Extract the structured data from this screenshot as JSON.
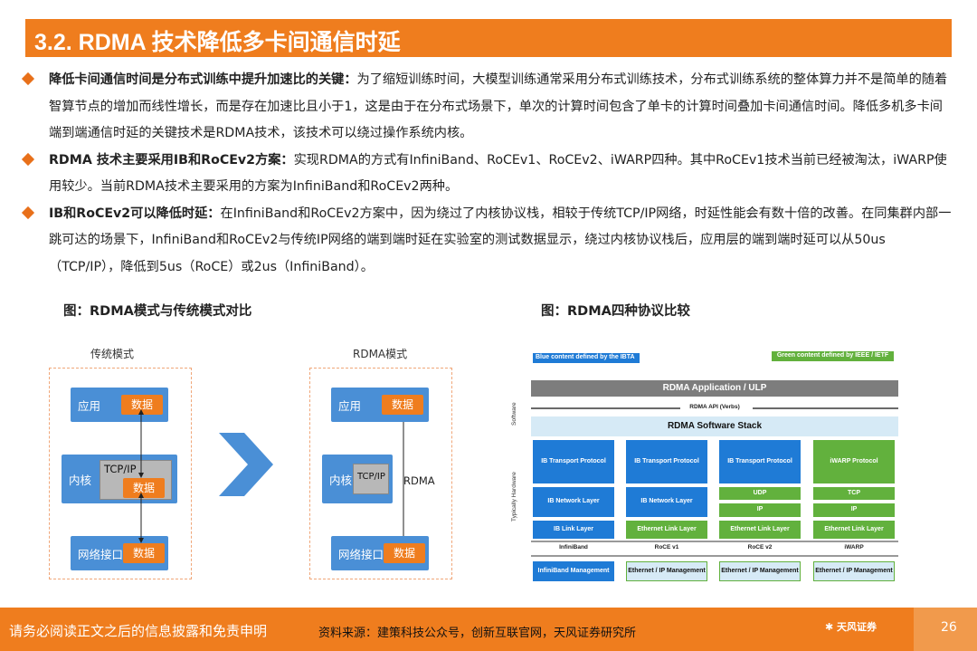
{
  "title": "3.2. RDMA 技术降低多卡间通信时延",
  "bullets": [
    {
      "bold": "降低卡间通信时间是分布式训练中提升加速比的关键：",
      "text": "为了缩短训练时间，大模型训练通常采用分布式训练技术，分布式训练系统的整体算力并不是简单的随着智算节点的增加而线性增长，而是存在加速比且小于1，这是由于在分布式场景下，单次的计算时间包含了单卡的计算时间叠加卡间通信时间。降低多机多卡间端到端通信时延的关键技术是RDMA技术，该技术可以绕过操作系统内核。"
    },
    {
      "bold": "RDMA 技术主要采用IB和RoCEv2方案：",
      "text": "实现RDMA的方式有InfiniBand、RoCEv1、RoCEv2、iWARP四种。其中RoCEv1技术当前已经被淘汰，iWARP使用较少。当前RDMA技术主要采用的方案为InfiniBand和RoCEv2两种。"
    },
    {
      "bold": "IB和RoCEv2可以降低时延：",
      "text": "在InfiniBand和RoCEv2方案中，因为绕过了内核协议栈，相较于传统TCP/IP网络，时延性能会有数十倍的改善。在同集群内部一跳可达的场景下，InfiniBand和RoCEv2与传统IP网络的端到端时延在实验室的测试数据显示，绕过内核协议栈后，应用层的端到端时延可以从50us（TCP/IP），降低到5us（RoCE）或2us（InfiniBand）。"
    }
  ],
  "fig_left_caption": "图：RDMA模式与传统模式对比",
  "fig_right_caption": "图：RDMA四种协议比较",
  "left_diagram": {
    "trad_label": "传统模式",
    "rdma_label": "RDMA模式",
    "app": "应用",
    "kernel": "内核",
    "nic": "网络接口",
    "data": "数据",
    "tcpip": "TCP/IP",
    "rdma": "RDMA"
  },
  "right_diagram": {
    "legend_blue": "Blue content defined by the IBTA",
    "legend_green": "Green content defined by IEEE / IETF",
    "app_ulp": "RDMA Application / ULP",
    "api": "RDMA API (Verbs)",
    "sw_stack": "RDMA Software Stack",
    "software": "Software",
    "hardware": "Typically Hardware",
    "cols": [
      {
        "transport": "IB Transport Protocol",
        "network": "IB Network Layer",
        "link": "IB Link Layer",
        "name": "InfiniBand",
        "mgmt": "InfiniBand Management"
      },
      {
        "transport": "IB Transport Protocol",
        "network": "IB Network Layer",
        "link": "Ethernet Link Layer",
        "name": "RoCE v1",
        "mgmt": "Ethernet / IP Management"
      },
      {
        "transport": "IB Transport Protocol",
        "udp": "UDP",
        "ip": "IP",
        "link": "Ethernet Link Layer",
        "name": "RoCE v2",
        "mgmt": "Ethernet / IP Management"
      },
      {
        "transport": "iWARP Protocol",
        "tcp": "TCP",
        "ip": "IP",
        "link": "Ethernet Link Layer",
        "name": "iWARP",
        "mgmt": "Ethernet / IP Management"
      }
    ]
  },
  "footer": {
    "disclaimer": "请务必阅读正文之后的信息披露和免责申明",
    "source": "资料来源：建策科技公众号，创新互联官网，天风证券研究所",
    "logo": "天风证券",
    "page": "26"
  },
  "colors": {
    "accent": "#ef7d1e",
    "blue": "#4a8fd6",
    "ib_blue": "#1f7bd6",
    "ietf_green": "#62b13d"
  }
}
